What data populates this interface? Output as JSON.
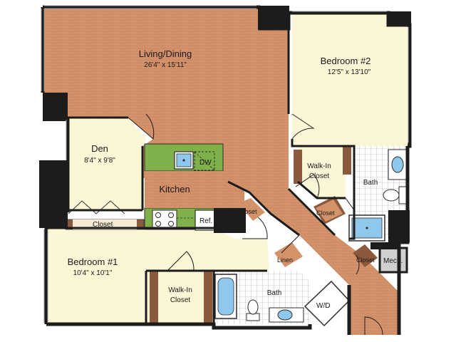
{
  "colors": {
    "wood": "#d4926b",
    "carpet": "#fbf6d6",
    "wall": "#1c1c1c",
    "counter": "#7fb04a",
    "tile": "#ffffff",
    "closet_door": "#8b5a3c",
    "water": "#8fc8ec"
  },
  "rooms": {
    "living": {
      "name": "Living/Dining",
      "dim": "26'4\" x 15'11\""
    },
    "bedroom2": {
      "name": "Bedroom #2",
      "dim": "12'5\" x 13'10\""
    },
    "den": {
      "name": "Den",
      "dim": "8'4\" x 9'8\""
    },
    "kitchen": {
      "name": "Kitchen"
    },
    "bedroom1": {
      "name": "Bedroom #1",
      "dim": "10'4\" x 10'1\""
    },
    "walkin1": {
      "line1": "Walk-In",
      "line2": "Closet"
    },
    "walkin2": {
      "line1": "Walk-In",
      "line2": "Closet"
    },
    "bath1": {
      "name": "Bath"
    },
    "bath2": {
      "name": "Bath"
    }
  },
  "labels": {
    "dw": "DW",
    "ref": "Ref.",
    "den_closet": "Closet",
    "hall_closet": "Closet",
    "b2_closet": "Closet",
    "entry_closet": "Closet",
    "linen": "Linen",
    "wd": "W/D",
    "mech": "Mech."
  }
}
